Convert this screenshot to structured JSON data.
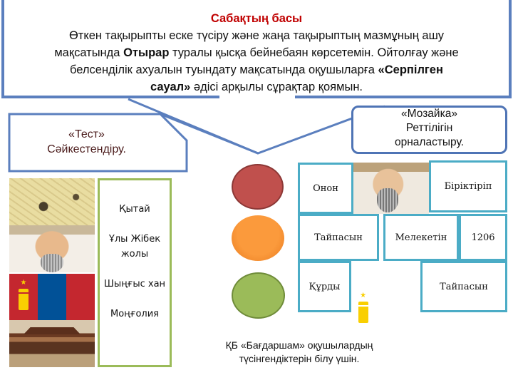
{
  "slide": {
    "top_box": {
      "title": "Сабақтың басы",
      "line1": "Өткен тақырыпты еске түсіру және жаңа тақырыптың мазмұның  ашу",
      "line2_pre": "мақсатында ",
      "line2_bold": "Отырар",
      "line2_post": " туралы қысқа бейнебаян көрсетемін. Ойтолғау және",
      "line3_pre": "белсенділік ахуалын туындату мақсатында оқушыларға ",
      "line3_bold": "«Серпілген",
      "line4_bold": "сауал»",
      "line4_post": " әдісі арқылы сұрақтар қоямын."
    },
    "test_box": {
      "line1": "«Тест»",
      "line2": "Сәйкестендіру."
    },
    "mosaic_box": {
      "line1": "«Мозайка»",
      "line2": "Реттілігін",
      "line3": "орналастыру."
    },
    "left_images": [
      "map-image",
      "genghis-khan-portrait",
      "mongolia-flag",
      "chinese-temple-image"
    ],
    "matching_list": [
      "Қытай",
      "Ұлы Жібек жолы",
      "Шыңғыс хан",
      "Моңғолия"
    ],
    "traffic_light": {
      "colors": [
        "#c0504d",
        "#f79646",
        "#9bbb59"
      ]
    },
    "mosaic_grid": {
      "cells": [
        "Онон",
        "Біріктіріп",
        "Тайпасын",
        "Мелекетін",
        "1206",
        "Құрды",
        "Тайпасын"
      ]
    },
    "bottom_note": {
      "line1": "ҚБ «Бағдаршам» оқушылардың",
      "line2": "түсінгендіктерін білу үшін."
    },
    "colors": {
      "frame_blue": "#5b7fbe",
      "title_red": "#c00000",
      "grid_teal": "#4bacc6",
      "list_green": "#9bbb59"
    }
  }
}
